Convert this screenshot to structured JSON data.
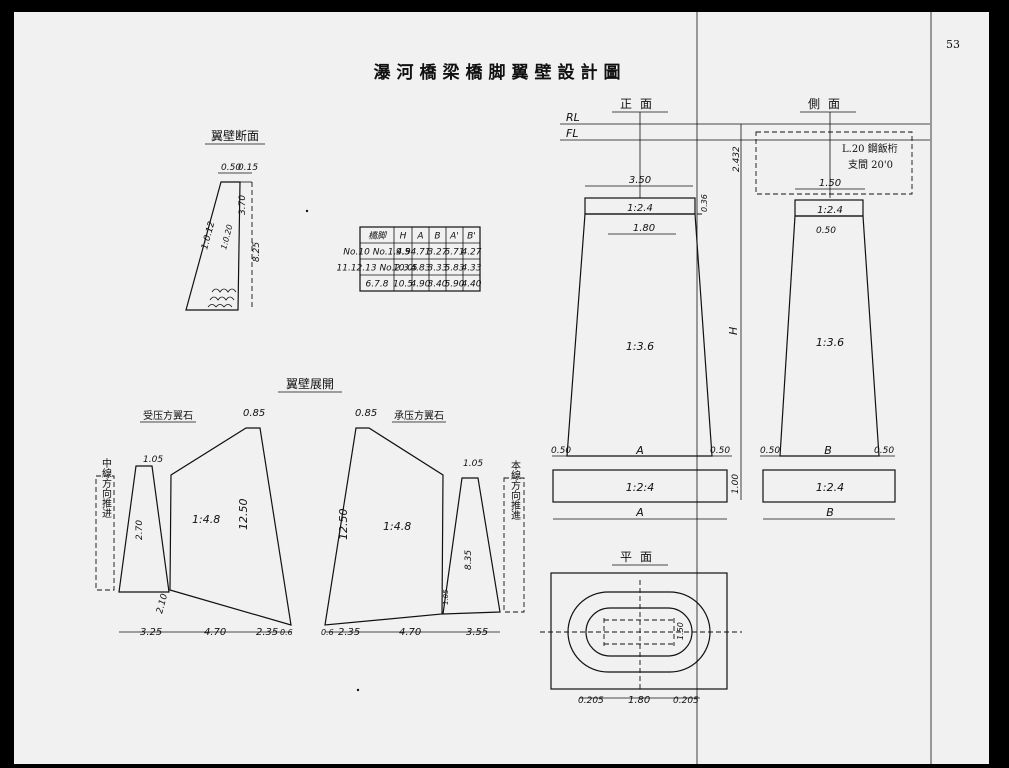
{
  "page_number": "53",
  "title": "瀑河橋梁橋脚翼壁設計圖",
  "section_wing_section": {
    "label": "翼壁断面",
    "dim_top_a": "0.50",
    "dim_top_b": "0.15",
    "dim_side_a": "3.70",
    "dim_side_b": "8.25",
    "slope_a": "1:0.12",
    "slope_b": "1:0.20"
  },
  "table": {
    "headers": [
      "橋脚",
      "H",
      "A",
      "B",
      "A'",
      "B'"
    ],
    "rows": [
      [
        "No.10 No.1.4.9",
        "9.5",
        "4.71",
        "3.27",
        "5.71",
        "4.27"
      ],
      [
        "11.12.13 No.2.3.5",
        "10.0",
        "4.83",
        "3.33",
        "5.83",
        "4.33"
      ],
      [
        "6.7.8",
        "10.5",
        "4.90",
        "3.40",
        "5.90",
        "4.40"
      ]
    ]
  },
  "wing_plan": {
    "label": "翼壁展開",
    "left_label": "受压方翼石",
    "right_label": "承压方翼石",
    "top_dim_left": "0.85",
    "top_dim_right": "0.85",
    "left_small_top": "1.05",
    "right_small_top": "1.05",
    "left_small_height": "2.70",
    "right_small_height": "8.35",
    "left_side_note": "中線方向推进",
    "right_side_note": "本線方向推進",
    "slope_left": "1:4.8",
    "slope_right": "1:4.8",
    "height_left": "12.50",
    "height_right": "12.50",
    "left_low": "2.10",
    "right_low": "1.05",
    "bottom_left_dims": [
      "3.25",
      "4.70",
      "2.35",
      "0.6"
    ],
    "bottom_right_dims": [
      "0.6",
      "2.35",
      "4.70",
      "3.55"
    ]
  },
  "front_view": {
    "label": "正面",
    "rl": "RL",
    "fl": "FL",
    "top_width": "3.50",
    "inner_width": "1.80",
    "cap_ratio": "1:2.4",
    "body_ratio": "1:3.6",
    "base_ratio": "1:2:4",
    "base_offset_left": "0.50",
    "base_offset_right": "0.50",
    "base_label": "A",
    "bottom_label": "A",
    "height_label": "H",
    "base_height": "1.00",
    "top_height": "2.432",
    "cap_height": "0.36"
  },
  "side_view": {
    "label": "側面",
    "top_width": "1.50",
    "inner_width": "0.50",
    "cap_ratio": "1:2.4",
    "body_ratio": "1:3.6",
    "base_ratio": "1:2.4",
    "base_offset_left": "0.50",
    "base_offset_right": "0.50",
    "base_label": "B",
    "bottom_label": "B",
    "girder_note_1": "L.20 鋼飯桁",
    "girder_note_2": "支間 20'0"
  },
  "plan_view": {
    "label": "平面",
    "dims": [
      "0.205",
      "1.80",
      "0.205"
    ],
    "inner_dim": "1.50"
  }
}
